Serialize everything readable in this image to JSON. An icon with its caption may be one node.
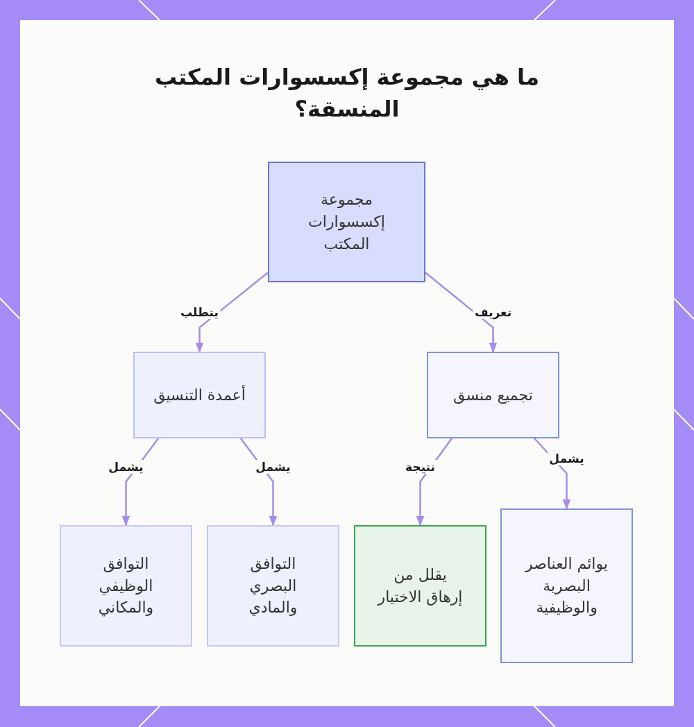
{
  "diagram": {
    "title": "ما هي مجموعة إكسسوارات المكتب المنسقة؟",
    "nodes": [
      {
        "text": [
          "مجموعة إكسسوارات المكتب"
        ]
      },
      {
        "text": [
          "أعمدة التنسيق"
        ]
      },
      {
        "text": [
          "تجميع منسق"
        ]
      },
      {
        "text": [
          "التوافق الوظيفي والمكاني"
        ]
      },
      {
        "text": [
          "التوافق البصري والمادي"
        ]
      },
      {
        "text": [
          "يقلل من إرهاق الاختيار"
        ]
      },
      {
        "text": [
          "يوائم العناصر البصرية والوظيفية"
        ]
      }
    ],
    "edges": [
      {
        "from": 0,
        "to": 1,
        "arrow": "to",
        "label": "يتطلب"
      },
      {
        "from": 0,
        "to": 2,
        "arrow": "to",
        "label": "تعريف"
      },
      {
        "from": 1,
        "to": 3,
        "arrow": "to",
        "label": "يشمل"
      },
      {
        "from": 1,
        "to": 4,
        "arrow": "to",
        "label": "يشمل"
      },
      {
        "from": 2,
        "to": 5,
        "arrow": "to",
        "label": "نتيجة"
      },
      {
        "from": 2,
        "to": 6,
        "arrow": "to",
        "label": "يشمل"
      }
    ]
  }
}
